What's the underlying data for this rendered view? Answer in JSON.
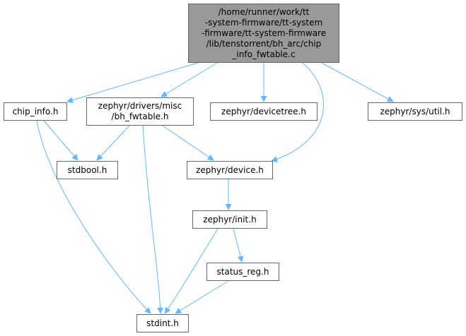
{
  "graph": {
    "edge_color": "#63b8ff",
    "root_fill": "#999999",
    "node_border": "#666666",
    "nodes": {
      "root": [
        "/home/runner/work/tt",
        "-system-firmware/tt-system",
        "-firmware/tt-system-firmware",
        "/lib/tenstorrent/bh_arc/chip",
        "_info_fwtable.c"
      ],
      "chip_info": [
        "chip_info.h"
      ],
      "bh_fwtable": [
        "zephyr/drivers/misc",
        "/bh_fwtable.h"
      ],
      "devicetree": [
        "zephyr/devicetree.h"
      ],
      "sys_util": [
        "zephyr/sys/util.h"
      ],
      "stdbool": [
        "stdbool.h"
      ],
      "device": [
        "zephyr/device.h"
      ],
      "init": [
        "zephyr/init.h"
      ],
      "status_reg": [
        "status_reg.h"
      ],
      "stdint": [
        "stdint.h"
      ]
    },
    "edges": [
      [
        "root",
        "chip_info"
      ],
      [
        "root",
        "bh_fwtable"
      ],
      [
        "root",
        "devicetree"
      ],
      [
        "root",
        "sys_util"
      ],
      [
        "root",
        "device"
      ],
      [
        "chip_info",
        "stdbool"
      ],
      [
        "chip_info",
        "stdint"
      ],
      [
        "bh_fwtable",
        "stdbool"
      ],
      [
        "bh_fwtable",
        "device"
      ],
      [
        "bh_fwtable",
        "stdint"
      ],
      [
        "device",
        "init"
      ],
      [
        "init",
        "status_reg"
      ],
      [
        "init",
        "stdint"
      ],
      [
        "status_reg",
        "stdint"
      ]
    ]
  }
}
